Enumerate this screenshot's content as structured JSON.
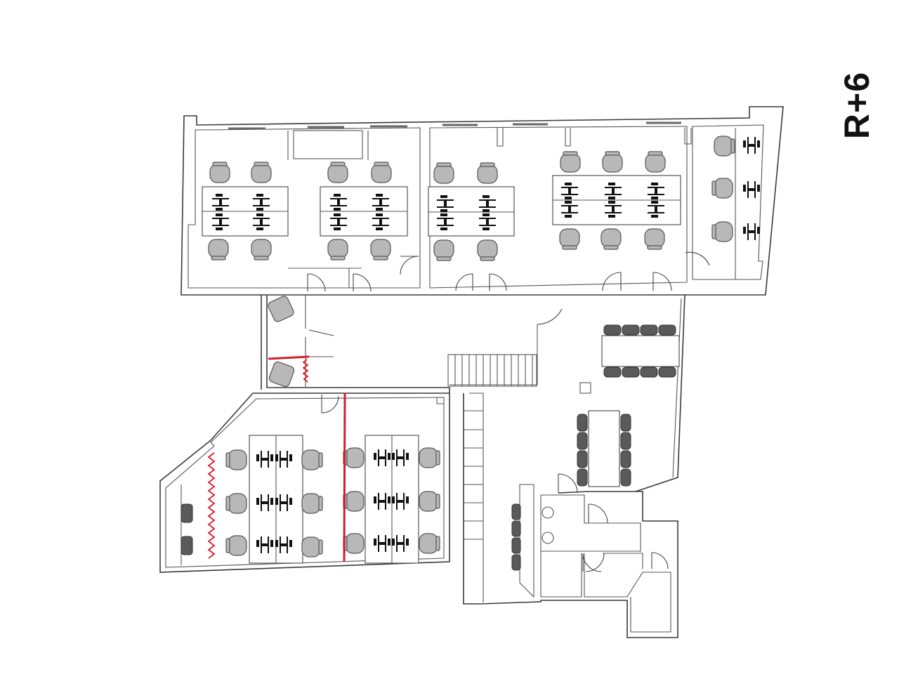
{
  "plan": {
    "level_label": "R+6",
    "colors": {
      "wall": "#3a3a3a",
      "chair": "#b8b8b8",
      "chair_dark": "#5a5a5a",
      "markup_red": "#d0202a",
      "background": "#ffffff"
    },
    "zones": {
      "north_open_office_west": {
        "desk_clusters": 2,
        "seats_per_cluster": 4
      },
      "north_open_office_east": {
        "desk_clusters": 2,
        "seats": [
          4,
          6
        ]
      },
      "north_east_room": {
        "seats": 3
      },
      "central_lobby": {
        "stairs": 1,
        "armchairs": 2
      },
      "south_west_office": {
        "desk_clusters": 2,
        "seats_per_cluster": 6,
        "red_markup": true
      },
      "meeting_area": {
        "meeting_tables": 2,
        "seats": [
          8,
          8
        ]
      },
      "service_core": {
        "rooms": 5
      }
    }
  }
}
